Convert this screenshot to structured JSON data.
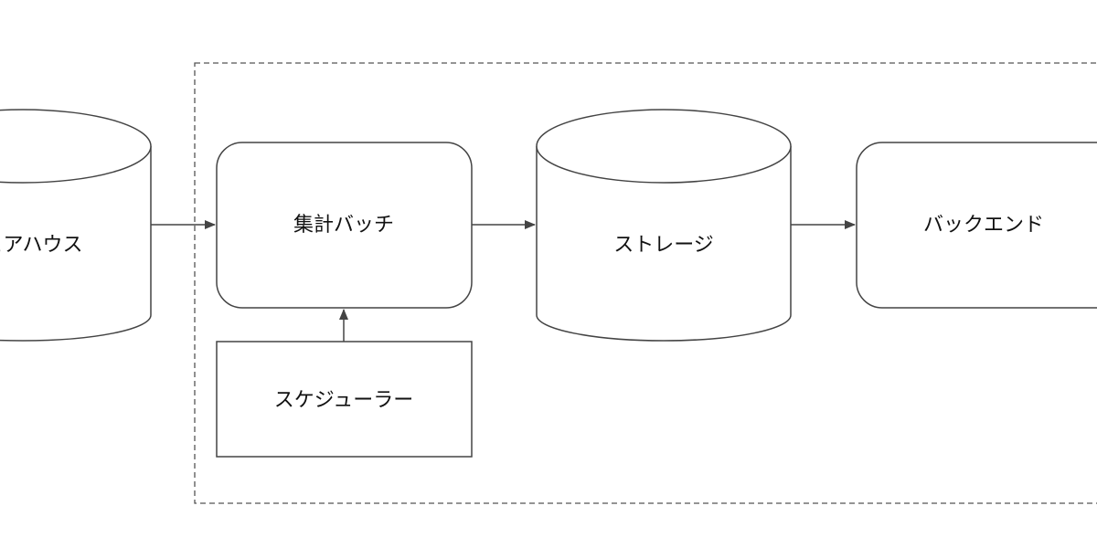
{
  "diagram": {
    "colors": {
      "stroke": "#444444",
      "fill": "#ffffff",
      "text": "#111111",
      "boundary": "#555555"
    },
    "nodes": {
      "warehouse": {
        "label": "ウェアハウス",
        "shape": "cylinder"
      },
      "batch": {
        "label": "集計バッチ",
        "shape": "rounded-rectangle"
      },
      "storage": {
        "label": "ストレージ",
        "shape": "cylinder"
      },
      "backend": {
        "label": "バックエンド",
        "shape": "rounded-rectangle"
      },
      "scheduler": {
        "label": "スケジューラー",
        "shape": "rectangle"
      }
    },
    "edges": [
      {
        "from": "warehouse",
        "to": "batch"
      },
      {
        "from": "batch",
        "to": "storage"
      },
      {
        "from": "storage",
        "to": "backend"
      },
      {
        "from": "scheduler",
        "to": "batch"
      }
    ],
    "boundary": {
      "style": "dashed",
      "contains": [
        "batch",
        "storage",
        "backend",
        "scheduler"
      ]
    }
  }
}
